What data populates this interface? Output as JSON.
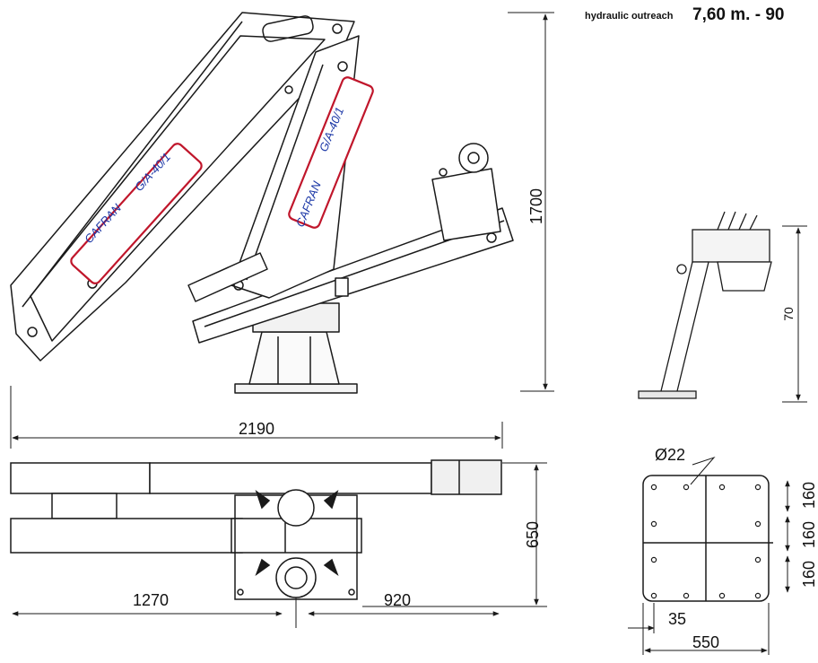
{
  "header": {
    "outreach_label": "hydraulic outreach",
    "outreach_value": "7,60 m. - 90"
  },
  "side_view": {
    "brand_boom": "CAFRAN",
    "model_boom": "G/A-40/1",
    "brand_column": "CAFRAN",
    "model_column": "G/A-40/1",
    "dim_height": "1700",
    "dim_width": "2190"
  },
  "top_view": {
    "dim_depth": "650",
    "dim_left": "1270",
    "dim_right": "920"
  },
  "control_stand": {
    "dim_height": "70"
  },
  "base_plate": {
    "hole_diameter": "Ø22",
    "spacing_1": "160",
    "spacing_2": "160",
    "spacing_3": "160",
    "edge_offset": "35",
    "plate_width": "550"
  },
  "colors": {
    "line": "#1a1a1a",
    "brand_blue": "#1a36a6",
    "label_red": "#c0162b"
  }
}
